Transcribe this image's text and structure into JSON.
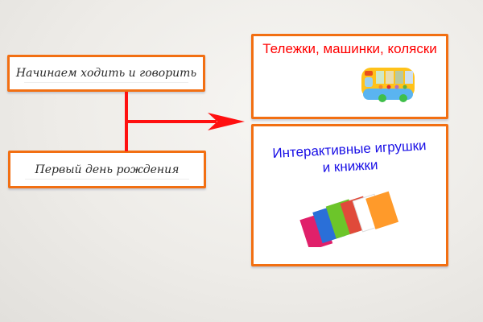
{
  "left_column": {
    "stage_1": "Начинаем ходить и говорить",
    "stage_2": "Первый день рождения"
  },
  "right_column": {
    "category_1": {
      "title": "Тележки, машинки, коляски",
      "image": "toy-bus"
    },
    "category_2": {
      "title_line_1": "Интерактивные игрушки",
      "title_line_2": "и книжки",
      "image": "books-stack"
    }
  },
  "colors": {
    "box_border": "#f26f12",
    "connector": "#ff1010",
    "title_red": "#ff0000",
    "title_blue": "#1a10e6"
  }
}
